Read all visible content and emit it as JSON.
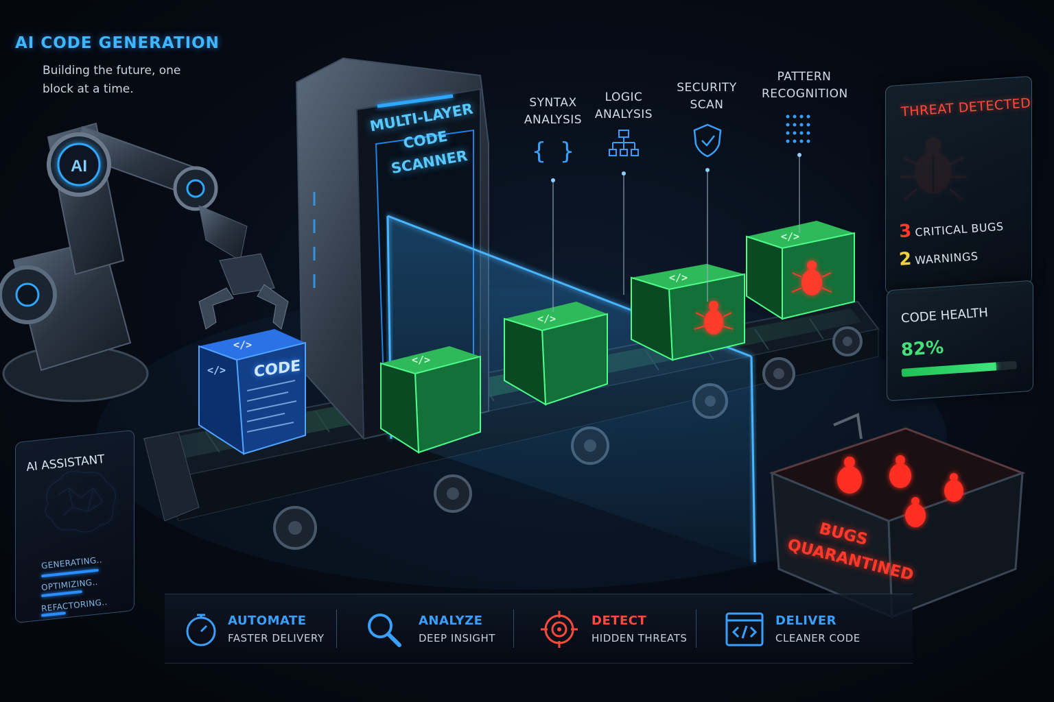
{
  "header": {
    "title": "AI CODE GENERATION",
    "subtitle": "Building the future, one block at a time."
  },
  "scanner": {
    "title": "MULTI-LAYER CODE SCANNER",
    "stages": [
      {
        "label": "SYNTAX ANALYSIS",
        "icon": "braces-icon"
      },
      {
        "label": "LOGIC ANALYSIS",
        "icon": "flowchart-icon"
      },
      {
        "label": "SECURITY SCAN",
        "icon": "shield-check-icon"
      },
      {
        "label": "PATTERN RECOGNITION",
        "icon": "dot-grid-icon"
      }
    ]
  },
  "robot": {
    "badge": "AI"
  },
  "cube": {
    "label": "CODE",
    "tag": "</>"
  },
  "threat_panel": {
    "title": "THREAT DETECTED",
    "critical_count": "3",
    "critical_label": "CRITICAL BUGS",
    "warning_count": "2",
    "warning_label": "WARNINGS"
  },
  "health_panel": {
    "title": "CODE HEALTH",
    "value_text": "82%",
    "value": 0.82
  },
  "assistant": {
    "title": "AI ASSISTANT",
    "items": [
      {
        "label": "GENERATING..",
        "progress": 0.7
      },
      {
        "label": "OPTIMIZING..",
        "progress": 0.5
      },
      {
        "label": "REFACTORING..",
        "progress": 0.3
      }
    ]
  },
  "quarantine": {
    "label": "BUGS QUARANTINED"
  },
  "footer": {
    "items": [
      {
        "title": "AUTOMATE",
        "subtitle": "FASTER DELIVERY",
        "icon": "stopwatch-icon",
        "color": "#3aa0ff"
      },
      {
        "title": "ANALYZE",
        "subtitle": "DEEP INSIGHT",
        "icon": "magnifier-icon",
        "color": "#3aa0ff"
      },
      {
        "title": "DETECT",
        "subtitle": "HIDDEN THREATS",
        "icon": "target-icon",
        "color": "#ff4a3c"
      },
      {
        "title": "DELIVER",
        "subtitle": "CLEANER CODE",
        "icon": "code-window-icon",
        "color": "#3aa0ff"
      }
    ]
  },
  "colors": {
    "accent_blue": "#3fb6ff",
    "scan_green": "#2fe070",
    "threat_red": "#ff3a2c",
    "warning_yellow": "#f2d23a"
  }
}
